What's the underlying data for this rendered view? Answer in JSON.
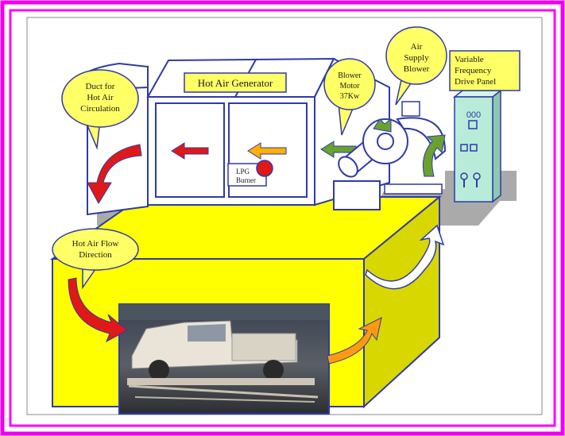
{
  "colors": {
    "outer_frame": "#f000f0",
    "inner_frame": "#ff00ff",
    "box_face": "#ffff00",
    "box_side": "#d8d800",
    "outline": "#2f3aa8",
    "callout": "#ffff66",
    "panel": "#b8ecd8",
    "flow_red": "#e01818",
    "flow_orange": "#ff9a10",
    "flow_green": "#6aa230"
  },
  "labels": {
    "duct": [
      "Duct for",
      "Hot Air",
      "Circulation"
    ],
    "generator": "Hot Air Generator",
    "blower_motor": [
      "Blower",
      "Motor",
      "37Kw"
    ],
    "air_blower": [
      "Air",
      "Supply",
      "Blower"
    ],
    "vfd_panel": [
      "Variable",
      "Frequency",
      "Drive Panel"
    ],
    "burner": [
      "LPG",
      "Burner"
    ],
    "flow_direction": [
      "Hot Air Flow",
      "Direction"
    ]
  },
  "icons": {
    "duct_arrow": "curved-arrow-down",
    "generator_arrows": "left-arrow",
    "blower_return": "curved-arrow-up",
    "exit_arrow": "curved-arrow-up-right",
    "photo": "pickup-truck-photo"
  }
}
